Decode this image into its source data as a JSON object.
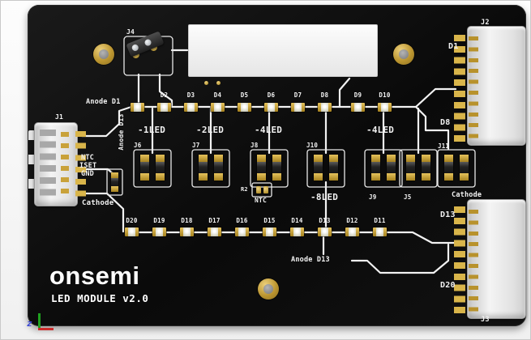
{
  "logo": {
    "brand": "onsemi",
    "title": "LED MODULE v2.0"
  },
  "refs": {
    "j1": "J1",
    "j2": "J2",
    "j3": "J3",
    "j4": "J4",
    "r2": "R2"
  },
  "left_labels": {
    "anode_d1": "Anode D1",
    "anode_d13": "Anode D13",
    "ntc": "NTC",
    "iset": "ISET",
    "gnd": "GND",
    "cathode": "Cathode"
  },
  "right_labels": {
    "d1": "D1",
    "d8": "D8",
    "d13": "D13",
    "d20": "D20",
    "cathode": "Cathode"
  },
  "bottom_labels": {
    "anode_d13": "Anode D13",
    "ntc": "NTC"
  },
  "top_led_labels": [
    "D2",
    "D3",
    "D4",
    "D5",
    "D6",
    "D7",
    "D8",
    "D9",
    "D10"
  ],
  "bottom_led_labels": [
    "D20",
    "D19",
    "D18",
    "D17",
    "D16",
    "D15",
    "D14",
    "D13",
    "D12",
    "D11"
  ],
  "jumper_groups": [
    {
      "ref": "J6",
      "label": "-1LED"
    },
    {
      "ref": "J7",
      "label": "-2LED"
    },
    {
      "ref": "J8",
      "label": "-4LED"
    },
    {
      "ref": "J10",
      "label": "-8LED"
    },
    {
      "ref": "J9",
      "label": "-4LED"
    },
    {
      "ref": "J5"
    },
    {
      "ref": "J11"
    }
  ],
  "axis": {
    "z": "z"
  },
  "colors": {
    "board": "#0e0e0e",
    "silkscreen": "#f2f2f2",
    "pad_gold": "#c49a33",
    "connector_body": "#ececec"
  }
}
